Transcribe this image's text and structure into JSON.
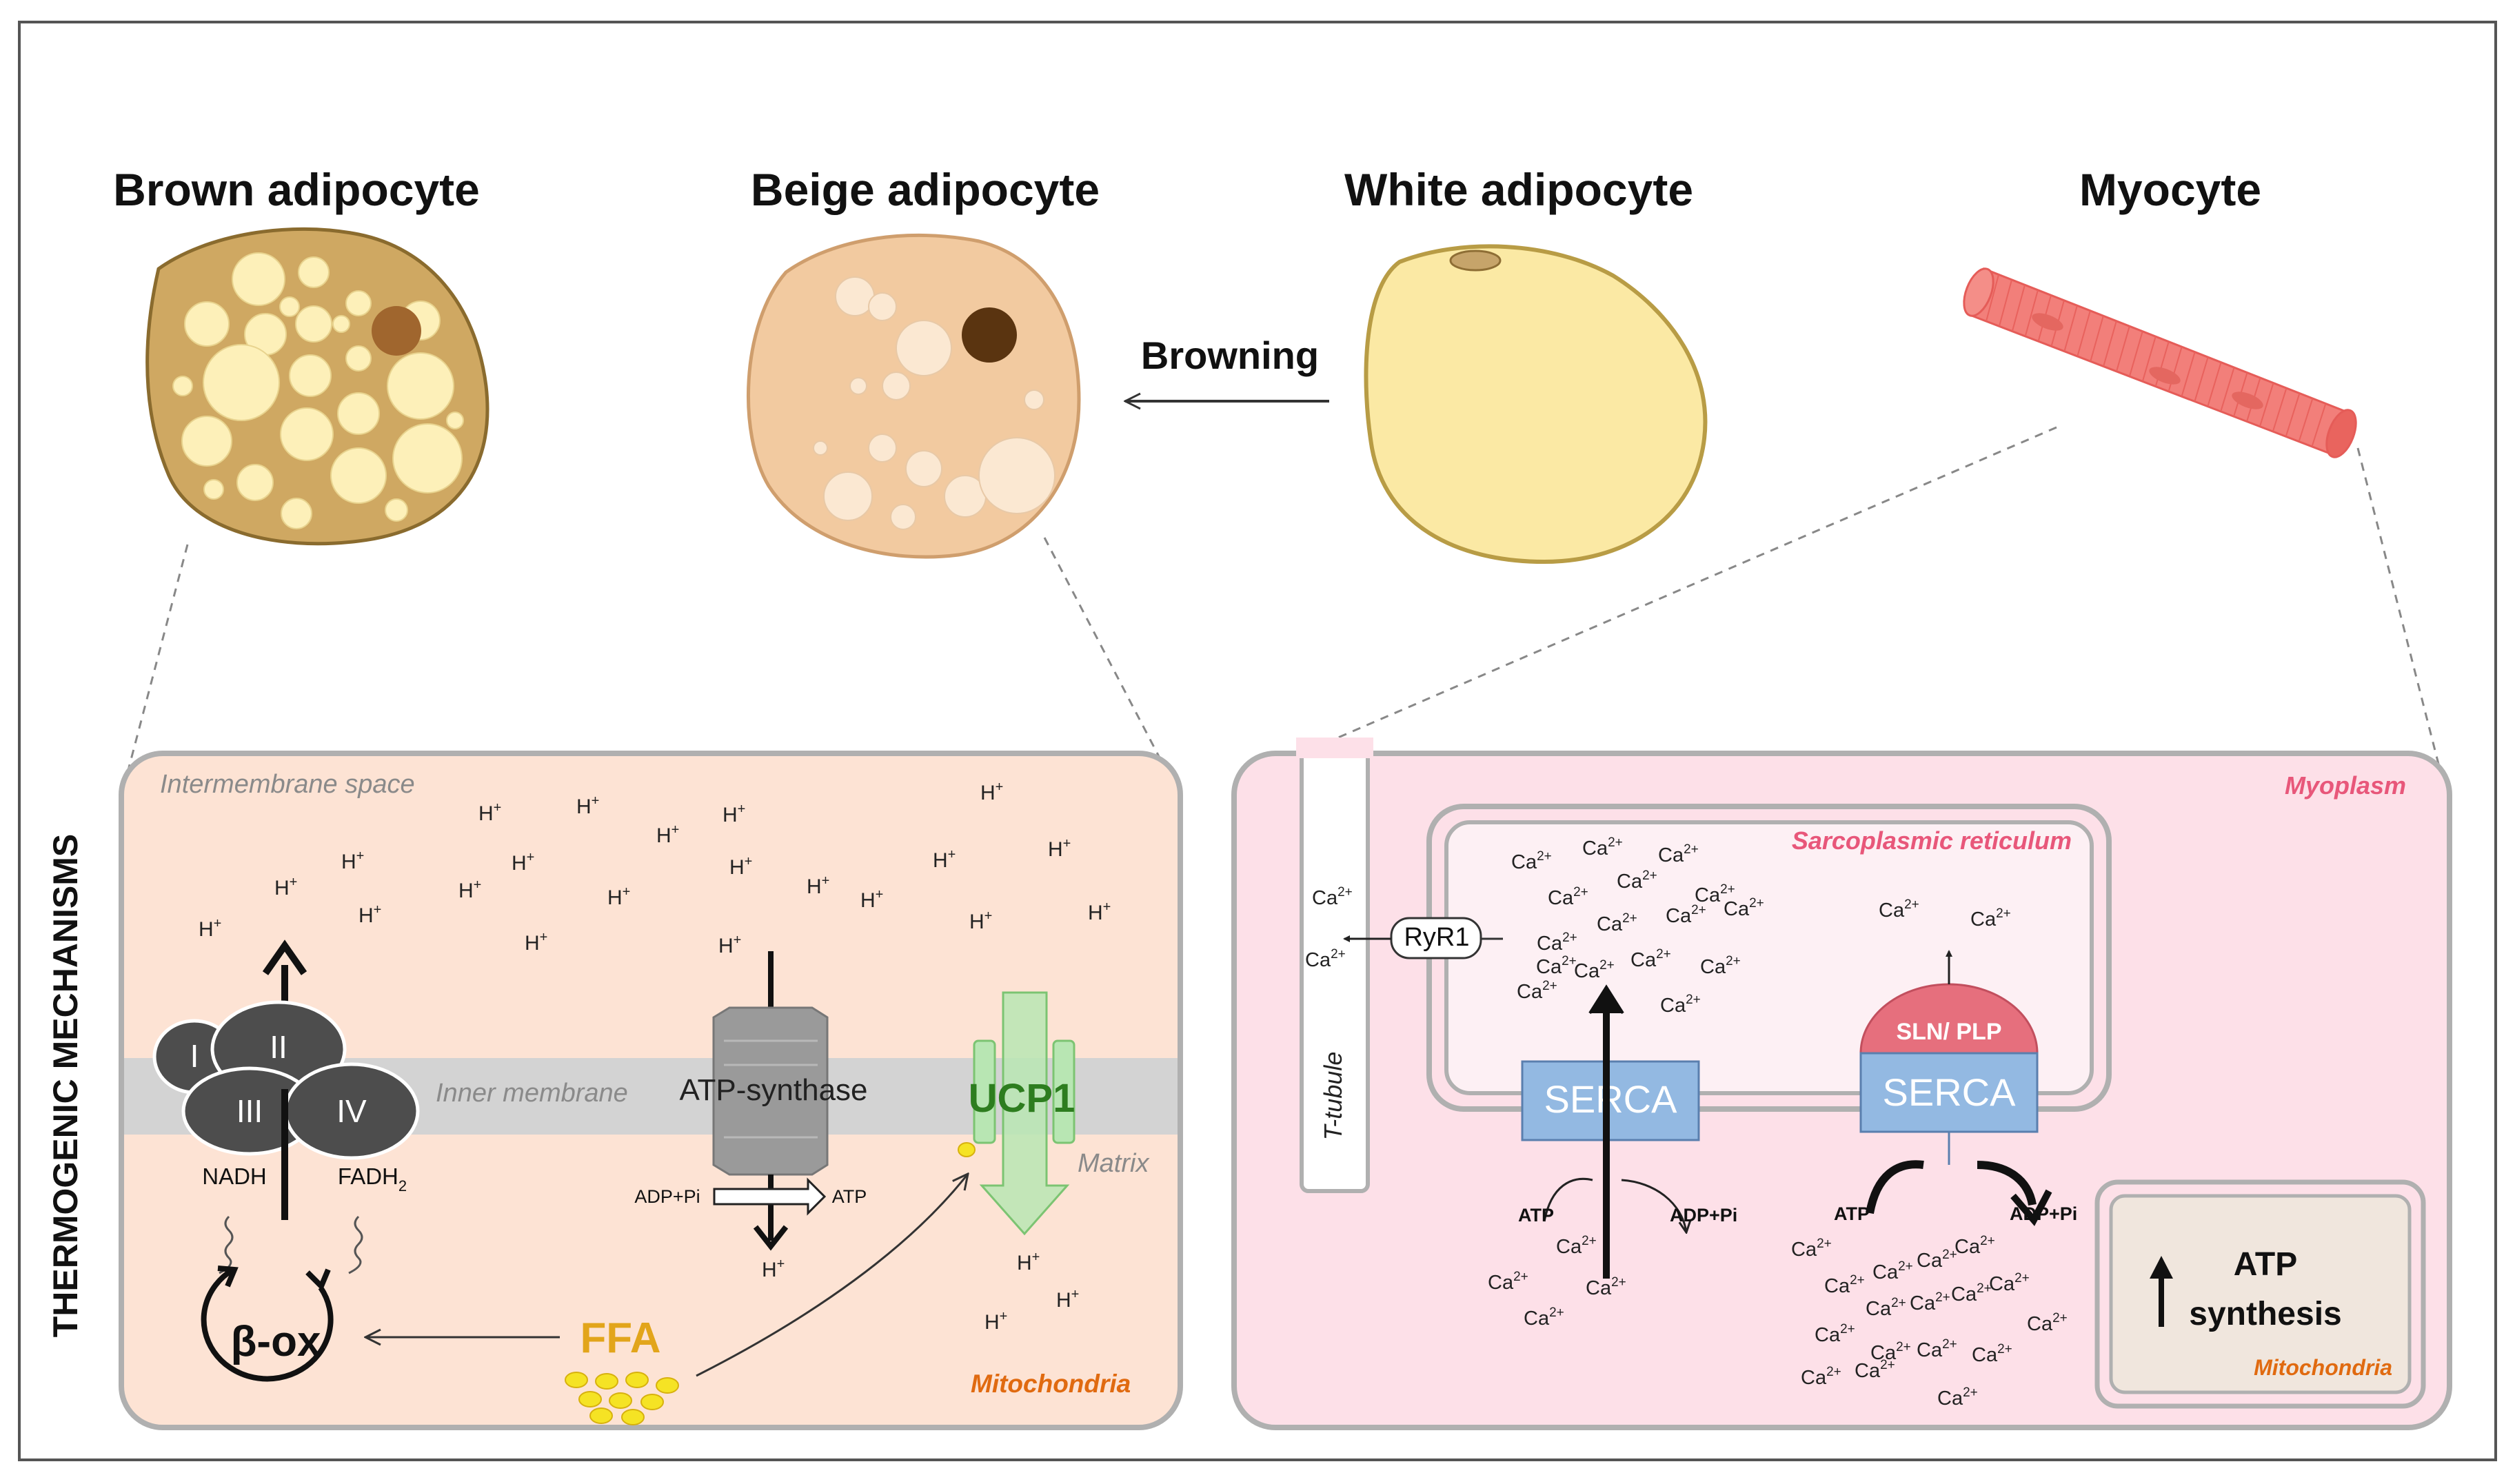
{
  "cells": {
    "brown": "Brown adipocyte",
    "beige": "Beige adipocyte",
    "white": "White adipocyte",
    "myocyte": "Myocyte"
  },
  "browning": "Browning",
  "side_label": "THERMOGENIC MECHANISMS",
  "left_panel": {
    "intermembrane": "Intermembrane space",
    "inner_membrane": "Inner membrane",
    "matrix": "Matrix",
    "mitochondria": "Mitochondria",
    "complexes": [
      "I",
      "II",
      "III",
      "IV"
    ],
    "nadh": "NADH",
    "fadh": "FADH",
    "fadh_sub": "2",
    "atp_synthase": "ATP-synthase",
    "adp_pi": "ADP+Pi",
    "atp": "ATP",
    "ucp1": "UCP1",
    "ffa": "FFA",
    "beta_ox": "β-ox",
    "proton": "H",
    "proton_sup": "+"
  },
  "right_panel": {
    "myoplasm": "Myoplasm",
    "sr": "Sarcoplasmic reticulum",
    "t_tubule": "T-tubule",
    "ryr1": "RyR1",
    "serca": "SERCA",
    "sln_plp": "SLN/ PLP",
    "atp": "ATP",
    "adp_pi": "ADP+Pi",
    "atp_synthesis_1": "ATP",
    "atp_synthesis_2": "synthesis",
    "mitochondria": "Mitochondria",
    "calcium": "Ca",
    "calcium_sup": "2+"
  },
  "colors": {
    "brown_cell": "#cfa862",
    "beige_cell": "#f2caa0",
    "white_cell": "#fbe9a4",
    "myocyte": "#f27f7a",
    "left_panel_bg": "#fde3d4",
    "right_panel_bg": "#fde0e8",
    "membrane": "#d3d3d3",
    "complex": "#4d4d4d",
    "ucp1": "#b8e6b3",
    "ucp1_text": "#2d7d1f",
    "ffa": "#e2a51b",
    "serca": "#93b9e2",
    "sln": "#e66f7d",
    "mito_box": "#f0e6dd"
  }
}
